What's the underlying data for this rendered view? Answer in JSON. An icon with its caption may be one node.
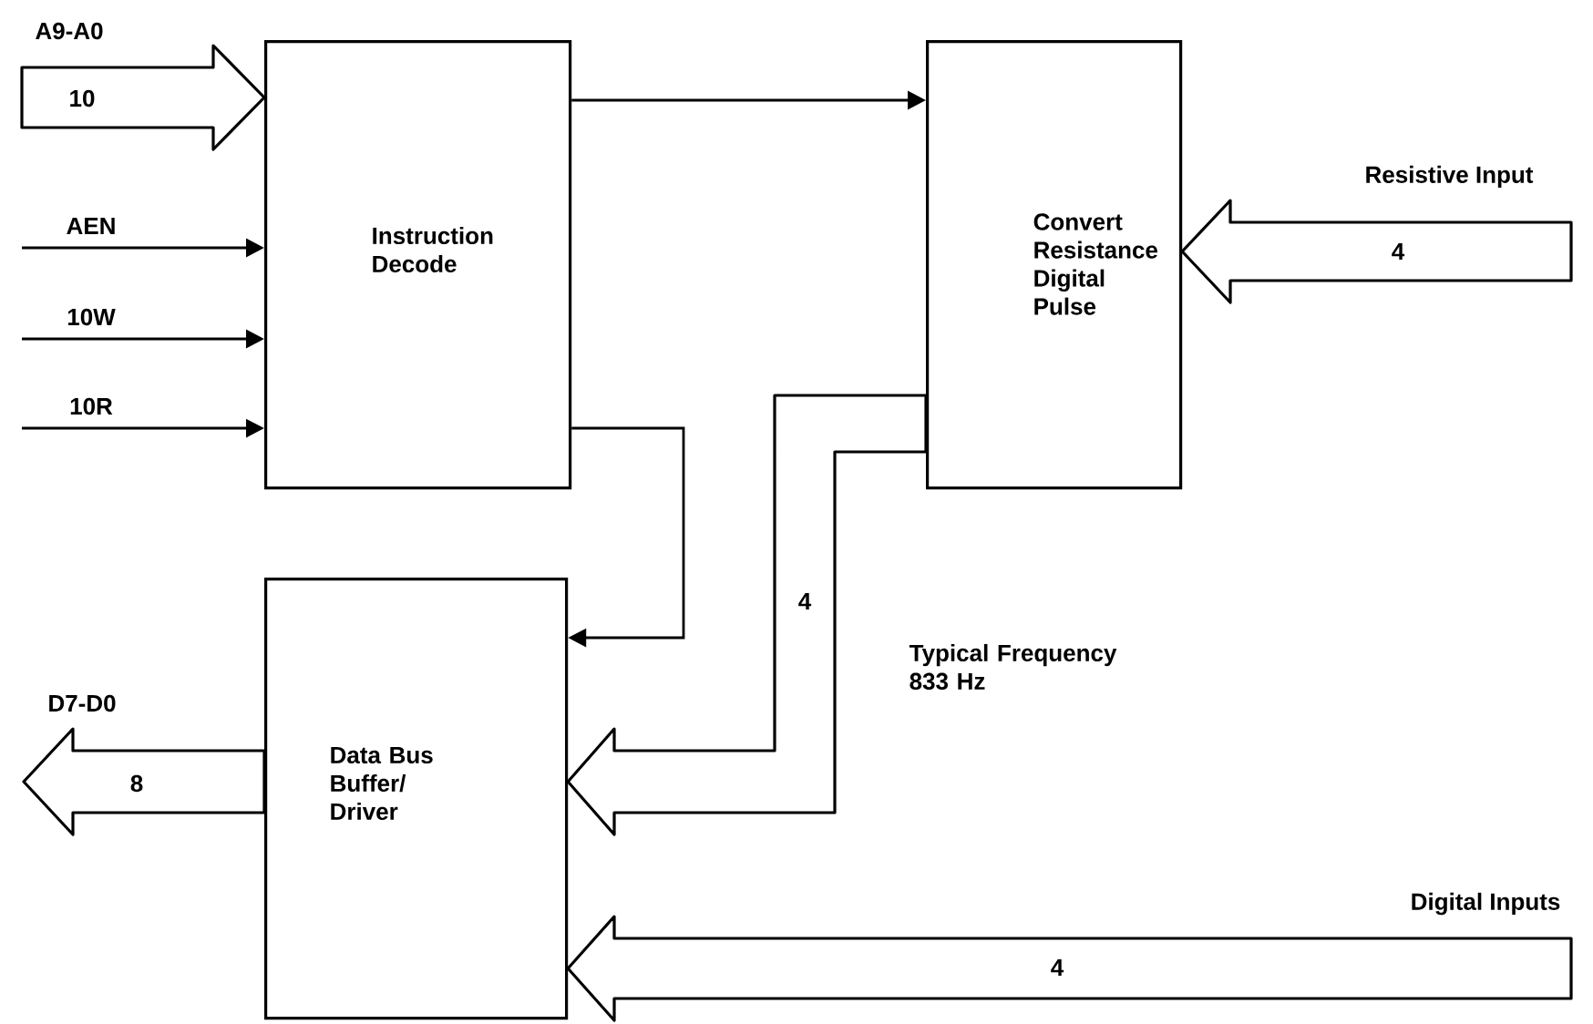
{
  "diagram": {
    "nodes": [
      {
        "text": [
          "Instruction Decode"
        ]
      },
      {
        "text": [
          "Convert Resistance Digital Pulse"
        ]
      },
      {
        "text": [
          "Data Bus Buffer/ Driver"
        ]
      }
    ],
    "edges": [
      {
        "from": null,
        "to": 0,
        "arrow": "to",
        "label": "10",
        "style": "thick"
      },
      {
        "from": null,
        "to": 0,
        "arrow": "to",
        "label": "AEN"
      },
      {
        "from": null,
        "to": 0,
        "arrow": "to",
        "label": "10W"
      },
      {
        "from": null,
        "to": 0,
        "arrow": "to",
        "label": "10R"
      },
      {
        "from": 0,
        "to": 1,
        "arrow": "to"
      },
      {
        "from": 0,
        "to": 2,
        "arrow": "to"
      },
      {
        "from": null,
        "to": 1,
        "arrow": "to",
        "label": "4",
        "style": "thick"
      },
      {
        "from": 1,
        "to": 2,
        "arrow": "to",
        "label": "4",
        "style": "thick"
      },
      {
        "from": 2,
        "to": null,
        "arrow": "to",
        "label": "8",
        "style": "thick"
      },
      {
        "from": null,
        "to": 2,
        "arrow": "to",
        "label": "4",
        "style": "thick"
      }
    ],
    "labels": [
      "A9-A0",
      "Resistive Input",
      "Typical Frequency 833 Hz",
      "D7-D0",
      "Digital Inputs"
    ]
  }
}
